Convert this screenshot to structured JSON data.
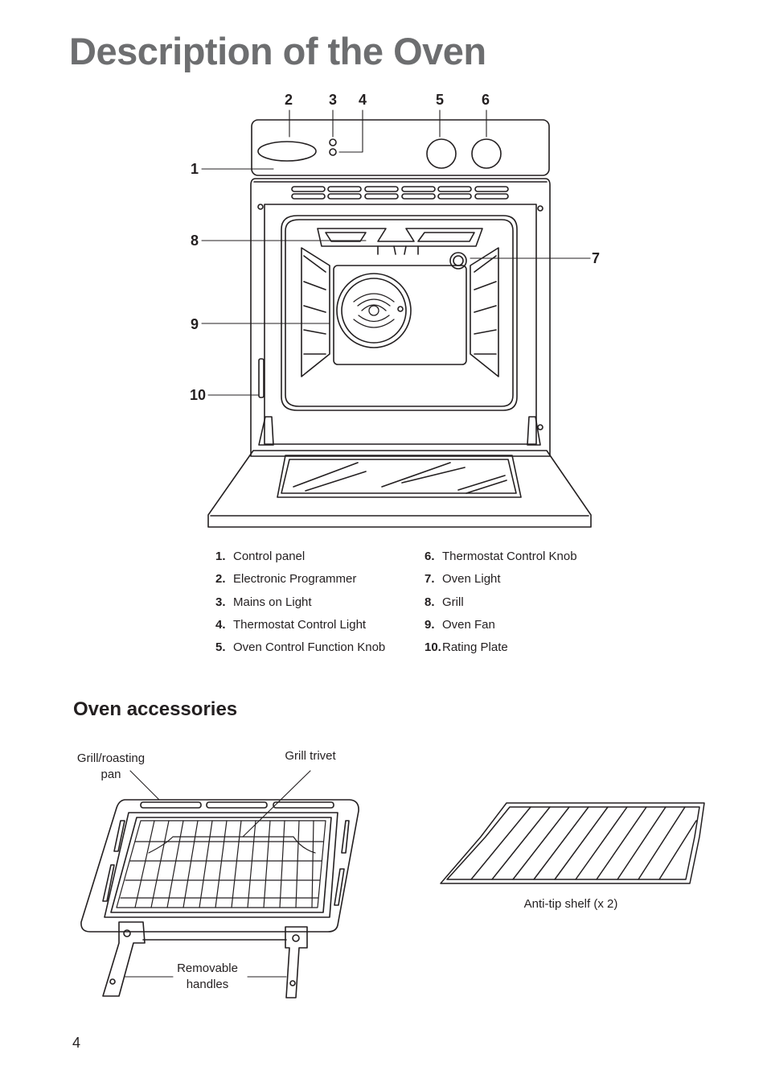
{
  "page": {
    "title": "Description of the Oven",
    "page_number": "4"
  },
  "diagram": {
    "callouts": [
      "1",
      "2",
      "3",
      "4",
      "5",
      "6",
      "7",
      "8",
      "9",
      "10"
    ]
  },
  "legend": {
    "left": [
      {
        "num": "1.",
        "label": "Control panel"
      },
      {
        "num": "2.",
        "label": "Electronic Programmer"
      },
      {
        "num": "3.",
        "label": "Mains on Light"
      },
      {
        "num": "4.",
        "label": "Thermostat Control Light"
      },
      {
        "num": "5.",
        "label": "Oven Control Function Knob"
      }
    ],
    "right": [
      {
        "num": "6.",
        "label": "Thermostat Control Knob"
      },
      {
        "num": "7.",
        "label": "Oven Light"
      },
      {
        "num": "8.",
        "label": "Grill"
      },
      {
        "num": "9.",
        "label": "Oven Fan"
      },
      {
        "num": "10.",
        "label": "Rating Plate"
      }
    ]
  },
  "accessories": {
    "title": "Oven accessories",
    "grill_pan_line1": "Grill/roasting",
    "grill_pan_line2": "pan",
    "grill_trivet": "Grill trivet",
    "handles_line1": "Removable",
    "handles_line2": "handles",
    "shelf": "Anti-tip shelf (x 2)"
  }
}
